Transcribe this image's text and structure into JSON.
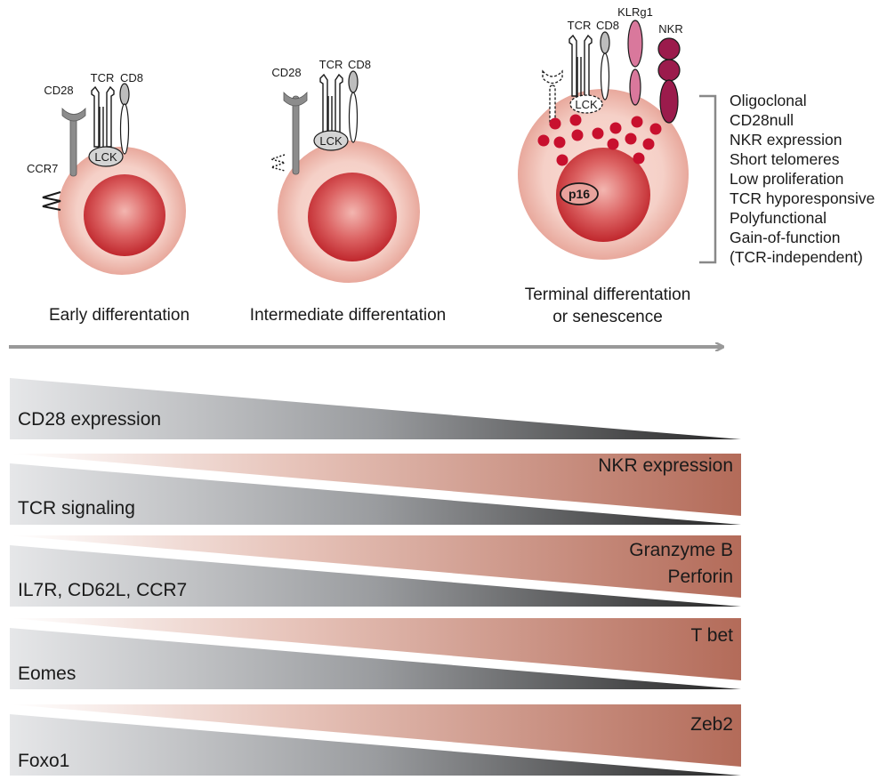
{
  "cells": [
    {
      "stage_label": "Early differentation",
      "labels": {
        "cd28": "CD28",
        "tcr": "TCR",
        "cd8": "CD8",
        "lck": "LCK",
        "ccr7": "CCR7"
      }
    },
    {
      "stage_label": "Intermediate differentation",
      "labels": {
        "cd28": "CD28",
        "tcr": "TCR",
        "cd8": "CD8",
        "lck": "LCK"
      }
    },
    {
      "stage_label_lines": [
        "Terminal differentation",
        "or senescence"
      ],
      "labels": {
        "tcr": "TCR",
        "cd8": "CD8",
        "lck": "LCK",
        "klrg1": "KLRg1",
        "nkr": "NKR",
        "p16": "p16"
      }
    }
  ],
  "properties": [
    "Oligoclonal",
    "CD28null",
    "NKR expression",
    "Short telomeres",
    "Low proliferation",
    "TCR hyporesponsive",
    "Polyfunctional",
    "Gain-of-function",
    "(TCR-independent)"
  ],
  "gradients": [
    {
      "decreasing": [
        "CD28 expression"
      ],
      "increasing": []
    },
    {
      "decreasing": [
        "TCR signaling"
      ],
      "increasing": [
        "NKR expression"
      ]
    },
    {
      "decreasing": [
        "IL7R, CD62L, CCR7"
      ],
      "increasing": [
        "Granzyme B",
        "Perforin"
      ]
    },
    {
      "decreasing": [
        "Eomes"
      ],
      "increasing": [
        "T bet"
      ]
    },
    {
      "decreasing": [
        "Foxo1"
      ],
      "increasing": [
        "Zeb2"
      ]
    }
  ],
  "colors": {
    "decreasing_start": "#e6e7e9",
    "decreasing_end": "#2b2b2b",
    "increasing_start": "#ffffff",
    "increasing_end": "#b5705e",
    "cell_outer": "#f2c6bc",
    "nucleus": "#cd3b3c",
    "granule": "#c8102e",
    "nkr": "#9b1b4c",
    "klrg1": "#d9789c",
    "arrow": "#999999"
  }
}
